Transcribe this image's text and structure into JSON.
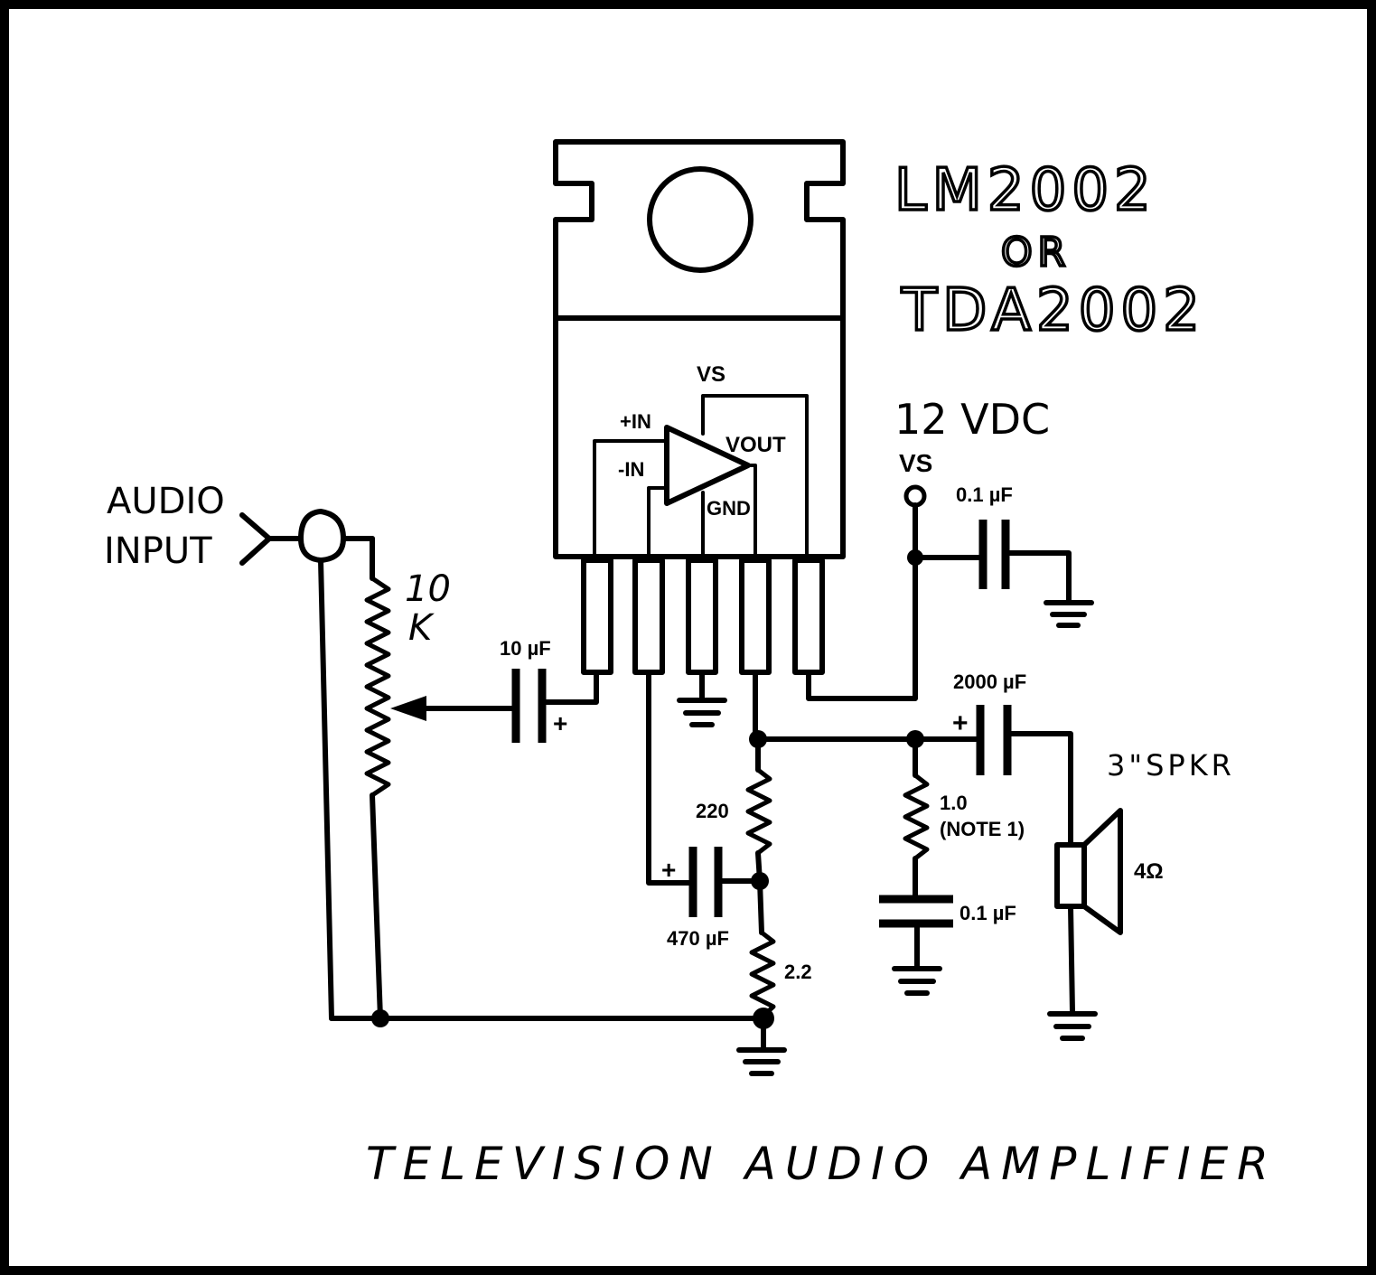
{
  "title": "TELEVISION AUDIO AMPLIFIER",
  "chip": {
    "name_line1": "LM2002",
    "name_line2": "OR",
    "name_line3": "TDA2002",
    "pin_vs": "VS",
    "pin_plus_in": "+IN",
    "pin_minus_in": "-IN",
    "pin_vout": "VOUT",
    "pin_gnd": "GND"
  },
  "supply": {
    "voltage": "12 VDC",
    "terminal": "VS"
  },
  "input": {
    "line1": "AUDIO",
    "line2": "INPUT"
  },
  "components": {
    "pot_value_1": "10",
    "pot_value_2": "K",
    "c_input": "10 µF",
    "c_supply": "0.1 µF",
    "c_output": "2000 µF",
    "c_feedback": "470 µF",
    "c_zobel": "0.1 µF",
    "r_feedback_top": "220",
    "r_feedback_bottom": "2.2",
    "r_zobel_1": "1.0",
    "r_zobel_2": "(NOTE 1)",
    "speaker": "3\"SPKR",
    "speaker_impedance": "4Ω"
  },
  "colors": {
    "ink": "#000000",
    "paper": "#ffffff"
  }
}
